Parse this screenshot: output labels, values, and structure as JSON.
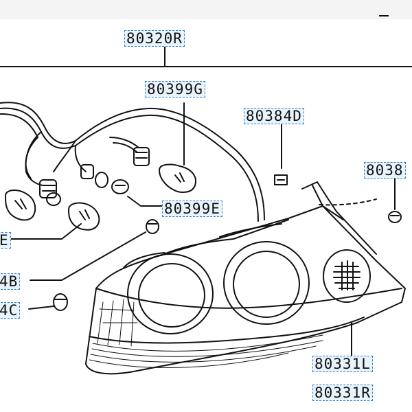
{
  "diagram": {
    "part_labels": [
      {
        "id": "80320R",
        "text": "80320R"
      },
      {
        "id": "80399G",
        "text": "80399G"
      },
      {
        "id": "80384D",
        "text": "80384D"
      },
      {
        "id": "8038x",
        "text": "8038"
      },
      {
        "id": "80399E",
        "text": "80399E"
      },
      {
        "id": "xxE",
        "text": "E"
      },
      {
        "id": "xx4B",
        "text": "4B"
      },
      {
        "id": "xx4C",
        "text": "4C"
      },
      {
        "id": "80331L",
        "text": "80331L"
      },
      {
        "id": "80331R",
        "text": "80331R"
      }
    ],
    "colors": {
      "line": "#111111",
      "label_border": "#2e7bd6",
      "label_fill": "#e9f3fb",
      "background": "#ffffff"
    }
  }
}
